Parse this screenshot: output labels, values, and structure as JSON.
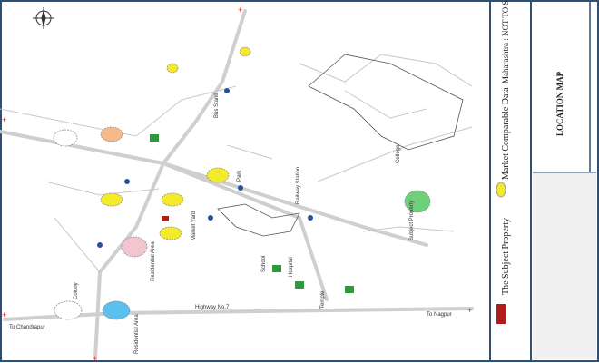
{
  "map": {
    "compass_icon": "compass-rose-icon",
    "labels": {
      "highway": "Highway No.7",
      "to_chandrapur": "To Chandrapur",
      "to_nagpur": "To Nagpur",
      "subject_area": "Subject Property",
      "residential_1": "Residential Area",
      "residential_2": "Residential Area",
      "market": "Market Yard",
      "school": "School",
      "hospital": "Hospital",
      "temple": "Temple",
      "railway": "Railway Station",
      "bus_stand": "Bus Stand",
      "park": "Park",
      "college": "College",
      "colony": "Colony"
    }
  },
  "legend": {
    "subject_property": "The Subject Property",
    "market_comparable": "Market Comparable Data",
    "subject_color": "#b01c1c",
    "comparable_color": "#f2ea2a"
  },
  "title_block": {
    "location": "Maharashtra : NOT TO SCALE",
    "title": "LOCATION MAP"
  }
}
